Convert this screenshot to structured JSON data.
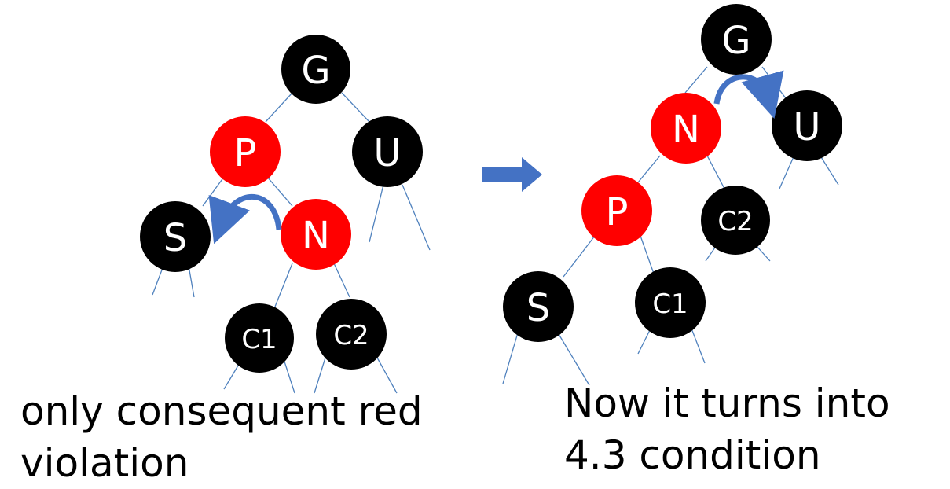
{
  "colors": {
    "black_node": "#000000",
    "red_node": "#ff0000",
    "edge": "#4f81bd",
    "arrow": "#4472c4"
  },
  "left_tree": {
    "nodes": {
      "g": {
        "label": "G",
        "color": "black"
      },
      "p": {
        "label": "P",
        "color": "red"
      },
      "u": {
        "label": "U",
        "color": "black"
      },
      "s": {
        "label": "S",
        "color": "black"
      },
      "n": {
        "label": "N",
        "color": "red"
      },
      "c1": {
        "label": "C1",
        "color": "black"
      },
      "c2": {
        "label": "C2",
        "color": "black"
      }
    },
    "caption": [
      "only consequent red",
      "violation"
    ]
  },
  "right_tree": {
    "nodes": {
      "g": {
        "label": "G",
        "color": "black"
      },
      "n": {
        "label": "N",
        "color": "red"
      },
      "u": {
        "label": "U",
        "color": "black"
      },
      "p": {
        "label": "P",
        "color": "red"
      },
      "c2": {
        "label": "C2",
        "color": "black"
      },
      "s": {
        "label": "S",
        "color": "black"
      },
      "c1": {
        "label": "C1",
        "color": "black"
      }
    },
    "caption": [
      "Now it turns into",
      "4.3 condition"
    ]
  },
  "transition_arrow": "right-arrow"
}
